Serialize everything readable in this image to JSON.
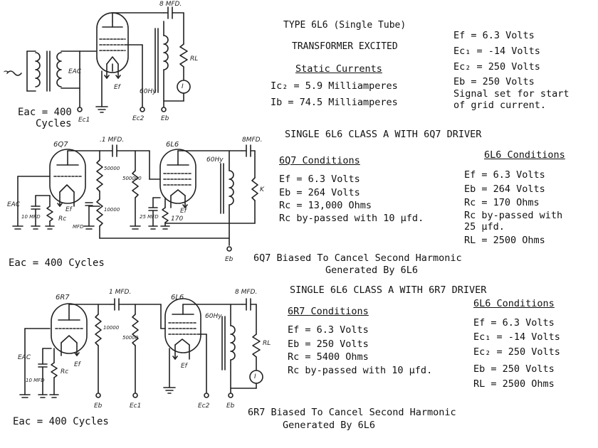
{
  "top": {
    "title": "TYPE 6L6 (Single Tube)",
    "subtitle": "TRANSFORMER EXCITED",
    "static_heading": "Static Currents",
    "ic2": "Ic₂  =  5.9 Milliamperes",
    "ib": "Ib   = 74.5 Milliamperes",
    "ef": "Ef   =   6.3 Volts",
    "ec1": "Ec₁  =   -14 Volts",
    "ec2": "Ec₂  =   250 Volts",
    "eb": "Eb   =   250 Volts",
    "signal1": "Signal set for start",
    "signal2": "of grid current.",
    "eac": "Eac = 400",
    "cycles": "Cycles",
    "lbl_8mfd": "8 MFD.",
    "lbl_60hy": "60Hy",
    "lbl_rl": "RL",
    "lbl_i": "I",
    "lbl_ef": "Ef",
    "lbl_eac": "EAC",
    "lbl_ec1": "Ec1",
    "lbl_ec2": "Ec2",
    "lbl_eb": "Eb",
    "lbl_tilde": "~"
  },
  "mid": {
    "heading": "SINGLE 6L6 CLASS A WITH 6Q7 DRIVER",
    "q7_heading": "6Q7 Conditions",
    "q7_ef": "Ef  =  6.3 Volts",
    "q7_eb": "Eb  =  264 Volts",
    "q7_rc": "Rc  =  13,000 Ohms",
    "q7_bypass": "Rc by-passed with 10 µfd.",
    "l6_heading": "6L6 Conditions",
    "l6_ef": "Ef   =  6.3 Volts",
    "l6_eb": "Eb   =  264 Volts",
    "l6_rc": "Rc   =  170 Ohms",
    "l6_bypass1": "Rc by-passed with",
    "l6_bypass2": "25 µfd.",
    "l6_rl": "RL   =  2500 Ohms",
    "eac": "Eac = 400 Cycles",
    "note1": "6Q7 Biased To Cancel Second Harmonic",
    "note2": "Generated By 6L6",
    "lbl_6q7": "6Q7",
    "lbl_6l6": "6L6",
    "lbl_1mfd": ".1 MFD.",
    "lbl_8mfd": "8MFD.",
    "lbl_60hy": "60Hy",
    "lbl_eac": "EAC",
    "lbl_10mfd": "10 MFD",
    "lbl_rc": "Rc",
    "lbl_ef": "Ef",
    "lbl_mfd": "MFD",
    "lbl_50000": "50000",
    "lbl_10000": "10000",
    "lbl_500000": "500000",
    "lbl_25mfd": "25 MFD",
    "lbl_170": "170",
    "lbl_ef2": "Ef",
    "lbl_k": "K",
    "lbl_eb": "Eb"
  },
  "bot": {
    "heading": "SINGLE 6L6 CLASS A WITH 6R7 DRIVER",
    "r7_heading": "6R7 Conditions",
    "r7_ef": "Ef  =  6.3 Volts",
    "r7_eb": "Eb  =  250 Volts",
    "r7_rc": "Rc  =  5400 Ohms",
    "r7_bypass": "Rc by-passed with 10 µfd.",
    "l6_heading": "6L6 Conditions",
    "l6_ef": "Ef   =  6.3 Volts",
    "l6_ec1": "Ec₁  =  -14 Volts",
    "l6_ec2": "Ec₂  =  250 Volts",
    "l6_eb": "Eb   =  250 Volts",
    "l6_rl": "RL  =  2500 Ohms",
    "eac": "Eac = 400 Cycles",
    "note1": "6R7 Biased To Cancel Second Harmonic",
    "note2": "Generated By 6L6",
    "lbl_6r7": "6R7",
    "lbl_6l6": "6L6",
    "lbl_1mfd": "1 MFD.",
    "lbl_8mfd": "8 MFD.",
    "lbl_60hy": "60Hy",
    "lbl_eac": "EAC",
    "lbl_10mfd": "10 MFD",
    "lbl_rc": "Rc",
    "lbl_ef": "Ef",
    "lbl_10000": "10000",
    "lbl_50000": "50000",
    "lbl_rl": "RL",
    "lbl_i": "I",
    "lbl_eb": "Eb",
    "lbl_ec1": "Ec1",
    "lbl_ec2": "Ec2",
    "lbl_eb2": "Eb",
    "lbl_ef2": "Ef"
  }
}
